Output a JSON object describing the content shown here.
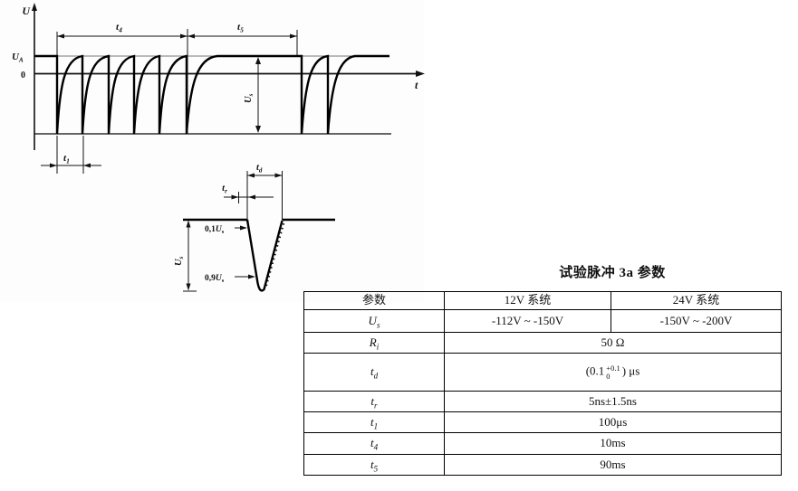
{
  "figure": {
    "axes": {
      "u_label": "U",
      "t_label": "t",
      "zero_label": "0",
      "ua": {
        "base": "U",
        "sub": "A"
      }
    },
    "dims": {
      "t4": {
        "base": "t",
        "sub": "4"
      },
      "t5": {
        "base": "t",
        "sub": "5"
      },
      "t1": {
        "base": "t",
        "sub": "1"
      },
      "us": {
        "base": "U",
        "sub": "s"
      }
    },
    "detail": {
      "td": {
        "base": "t",
        "sub": "d"
      },
      "tr": {
        "base": "t",
        "sub": "r"
      },
      "p01": {
        "prefix": "0,1",
        "base": "U",
        "sub": "s"
      },
      "p09": {
        "prefix": "0,9",
        "base": "U",
        "sub": "s"
      },
      "us": {
        "base": "U",
        "sub": "s"
      }
    }
  },
  "table": {
    "title": "试验脉冲 3a 参数",
    "headers": [
      "参数",
      "12V 系统",
      "24V 系统"
    ],
    "rows": [
      {
        "param": {
          "base": "U",
          "sub": "s"
        },
        "v12": "-112V ~ -150V",
        "v24": "-150V ~ -200V"
      },
      {
        "param": {
          "base": "R",
          "sub": "i"
        },
        "value": "50 Ω"
      },
      {
        "param": {
          "base": "t",
          "sub": "d"
        },
        "value_prefix": "(0.1",
        "tol_sup": "+0.1",
        "tol_sub": "0",
        "value_suffix": ") μs"
      },
      {
        "param": {
          "base": "t",
          "sub": "r"
        },
        "value": "5ns±1.5ns"
      },
      {
        "param": {
          "base": "t",
          "sub": "1"
        },
        "value": "100μs"
      },
      {
        "param": {
          "base": "t",
          "sub": "4"
        },
        "value": "10ms"
      },
      {
        "param": {
          "base": "t",
          "sub": "5"
        },
        "value": "90ms"
      }
    ]
  }
}
